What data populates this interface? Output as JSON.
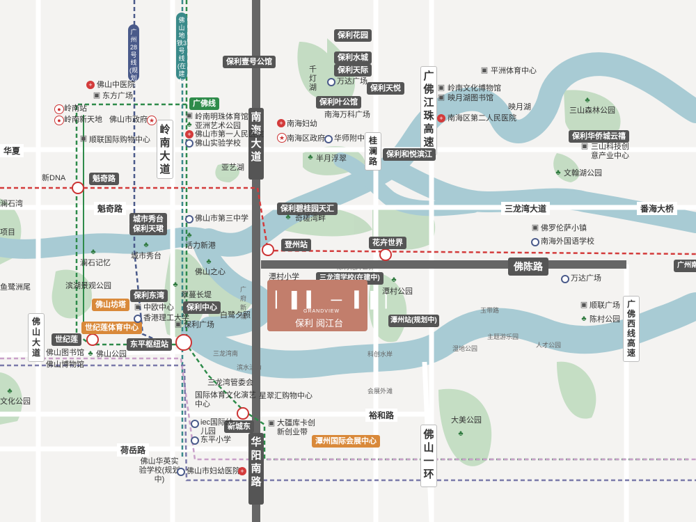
{
  "project": {
    "brand": "保利",
    "name": "阅江台",
    "logo_text": "GRANDVIEW",
    "icon": "building-icon",
    "color": "#c27e6c"
  },
  "colors": {
    "river": "#a8cbd4",
    "park": "#bcd9bc",
    "road": "#555555",
    "accent": "#c27e6c",
    "metro_green": "#2e8b4a",
    "metro_red": "#d33b3b"
  },
  "road_labels": [
    {
      "id": "nanhai",
      "text": "南海大道"
    },
    {
      "id": "lingnan",
      "text": "岭南大道"
    },
    {
      "id": "guangfo",
      "text": "广佛江珠高速"
    },
    {
      "id": "huayang",
      "text": "华阳南路"
    },
    {
      "id": "foshan1",
      "text": "佛山一环"
    },
    {
      "id": "foshan_ave",
      "text": "佛山大道"
    },
    {
      "id": "guanglan",
      "text": "桂澜路"
    },
    {
      "id": "guangfo_west",
      "text": "广佛西线高速"
    },
    {
      "id": "foshan_chen",
      "text": "佛陈路"
    },
    {
      "id": "kuiqi",
      "text": "魁奇路"
    },
    {
      "id": "sanlongwan",
      "text": "三龙湾大道"
    },
    {
      "id": "fanhai",
      "text": "番海大桥"
    },
    {
      "id": "huaxia",
      "text": "华夏"
    },
    {
      "id": "yuhe",
      "text": "裕和路"
    },
    {
      "id": "heyue",
      "text": "荷岳路"
    }
  ],
  "metro": [
    {
      "id": "gz28",
      "text": "广州28号线(规划中)",
      "color": "#4a5a8a"
    },
    {
      "id": "fs3",
      "text": "佛山地铁3号线(在建中)",
      "color": "#3a8a8a"
    },
    {
      "id": "gf",
      "text": "广佛线",
      "color": "#2e8b4a"
    }
  ],
  "stations": [
    "魁奇路",
    "登州站",
    "花卉世界",
    "潭州站(规划中)",
    "世纪莲",
    "东平枢纽站",
    "新城东"
  ],
  "tags": [
    "保利花园",
    "保利水城",
    "保利天际",
    "保利天悦",
    "保利壹号公馆",
    "保利叶公馆",
    "保利和悦滨江",
    "保利碧桂园天汇",
    "保利华侨城云禧",
    "城市秀台",
    "保利天珺",
    "保利东湾",
    "保利中心",
    "佛山坊塔",
    "世纪莲体育中心",
    "潭州国际会展中心",
    "三龙湾学校(在建中)"
  ],
  "pois": [
    {
      "t": "佛山中医院",
      "i": "hospital-icon"
    },
    {
      "t": "东方广场",
      "i": "building-icon"
    },
    {
      "t": "岭南站",
      "i": "station-icon"
    },
    {
      "t": "岭南新天地",
      "i": "landmark-icon"
    },
    {
      "t": "佛山市政府",
      "i": "government-icon"
    },
    {
      "t": "顺联国际购物中心",
      "i": "building-icon"
    },
    {
      "t": "岭南明珠体育馆",
      "i": "building-icon"
    },
    {
      "t": "亚洲艺术公园",
      "i": "park-icon"
    },
    {
      "t": "佛山市第一人民医院",
      "i": "hospital-icon"
    },
    {
      "t": "佛山实验学校",
      "i": "school-icon"
    },
    {
      "t": "新DNA",
      "i": "building-icon"
    },
    {
      "t": "千灯湖",
      "i": "park-icon"
    },
    {
      "t": "万达广场",
      "i": "building-icon"
    },
    {
      "t": "南海万科广场",
      "i": "building-icon"
    },
    {
      "t": "南海妇幼",
      "i": "hospital-icon"
    },
    {
      "t": "南海区政府",
      "i": "government-icon"
    },
    {
      "t": "华师附中",
      "i": "school-icon"
    },
    {
      "t": "平洲体育中心",
      "i": "building-icon"
    },
    {
      "t": "岭南文化博物馆",
      "i": "building-icon"
    },
    {
      "t": "映月湖图书馆",
      "i": "building-icon"
    },
    {
      "t": "映月湖",
      "i": "park-icon"
    },
    {
      "t": "南海区第二人民医院",
      "i": "hospital-icon"
    },
    {
      "t": "三山森林公园",
      "i": "park-icon"
    },
    {
      "t": "三山科技创意产业中心",
      "i": "building-icon"
    },
    {
      "t": "文翰湖公园",
      "i": "park-icon"
    },
    {
      "t": "亚艺湖",
      "i": "park-icon"
    },
    {
      "t": "半月浮翠",
      "i": "park-icon"
    },
    {
      "t": "奇槎湾畔",
      "i": "park-icon"
    },
    {
      "t": "佛山市第三中学",
      "i": "school-icon"
    },
    {
      "t": "活力新港",
      "i": "park-icon"
    },
    {
      "t": "城市秀台",
      "i": "park-icon"
    },
    {
      "t": "澜石记忆",
      "i": "park-icon"
    },
    {
      "t": "佛山之心",
      "i": "park-icon"
    },
    {
      "t": "广府新城",
      "i": "park-icon"
    },
    {
      "t": "翠蔓长堤",
      "i": "park-icon"
    },
    {
      "t": "白鹭夕照",
      "i": "park-icon"
    },
    {
      "t": "滨湖景观公园",
      "i": "park-icon"
    },
    {
      "t": "中欧中心",
      "i": "building-icon"
    },
    {
      "t": "香港理工大学",
      "i": "school-icon"
    },
    {
      "t": "保利广场",
      "i": "building-icon"
    },
    {
      "t": "佛山图书馆",
      "i": "building-icon"
    },
    {
      "t": "佛山博物馆",
      "i": "building-icon"
    },
    {
      "t": "佛山公园",
      "i": "park-icon"
    },
    {
      "t": "三龙湾管委会",
      "i": "building-icon"
    },
    {
      "t": "国际体育文化演艺中心",
      "i": "building-icon"
    },
    {
      "t": "iec国际幼儿园",
      "i": "school-icon"
    },
    {
      "t": "东平小学",
      "i": "school-icon"
    },
    {
      "t": "佛山华英实验学校(规划中)",
      "i": "school-icon"
    },
    {
      "t": "佛山市妇幼医院",
      "i": "hospital-icon"
    },
    {
      "t": "星翠汇购物中心",
      "i": "building-icon"
    },
    {
      "t": "大疆库卡创新创业带",
      "i": "building-icon"
    },
    {
      "t": "潭村小学",
      "i": "school-icon"
    },
    {
      "t": "陈村花卉世界",
      "i": "building-icon"
    },
    {
      "t": "潭村公园",
      "i": "park-icon"
    },
    {
      "t": "佛罗伦萨小镇",
      "i": "building-icon"
    },
    {
      "t": "南海外国语学校",
      "i": "school-icon"
    },
    {
      "t": "万达广场",
      "i": "building-icon"
    },
    {
      "t": "顺联广场",
      "i": "building-icon"
    },
    {
      "t": "陈村公园",
      "i": "park-icon"
    },
    {
      "t": "大美公园",
      "i": "park-icon"
    },
    {
      "t": "项目",
      "i": "building-icon"
    },
    {
      "t": "鱼鹭洲尾",
      "i": "park-icon"
    },
    {
      "t": "澜石湾",
      "i": "park-icon"
    },
    {
      "t": "文化公园",
      "i": "park-icon"
    },
    {
      "t": "广州南",
      "i": "station-icon"
    }
  ],
  "minor_labels": [
    "玉带路",
    "主题游乐园",
    "人才公园",
    "湿地公园",
    "科创水岸",
    "会展外滩",
    "三龙湾南",
    "滨水活力"
  ]
}
